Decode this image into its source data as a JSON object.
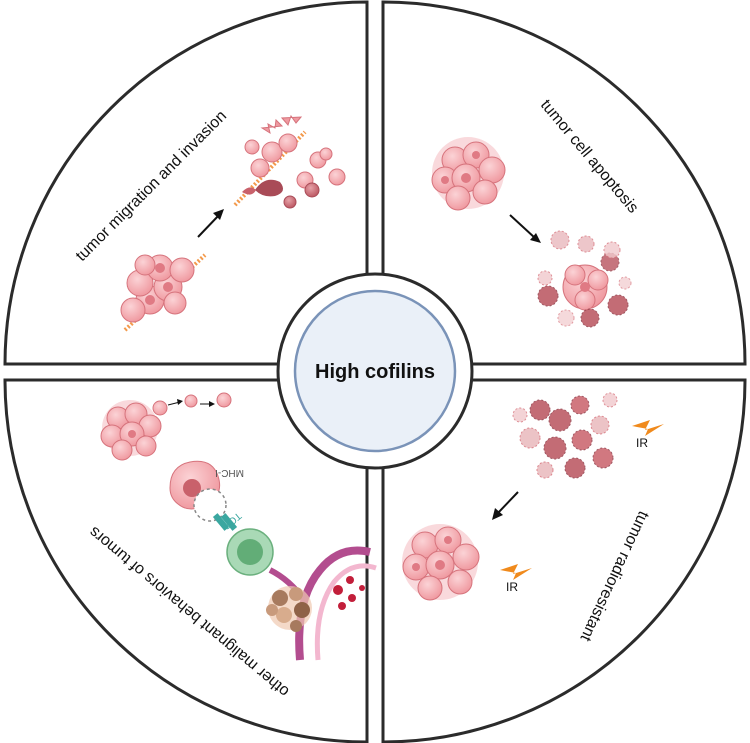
{
  "center": {
    "title": "High cofilins"
  },
  "quadrants": {
    "top_left": {
      "title": "tumor migration and invasion"
    },
    "top_right": {
      "title": "tumor cell apoptosis"
    },
    "bottom_left": {
      "title": "other malignant behaviors of tumors",
      "mhc_label": "MHC-I",
      "tcr_label": "TCR"
    },
    "bottom_right": {
      "title": "tumor radioresistant",
      "ir_label_top": "IR",
      "ir_label_bottom": "IR"
    }
  },
  "colors": {
    "cell_pink": "#f2a3a8",
    "cell_dark": "#c9616b",
    "nucleus": "#e07a84",
    "membrane_orange": "#f39a4c",
    "teal": "#3aa7a0",
    "green_cell": "#86c79a",
    "vessel": "#b34d8f",
    "bolt": "#f08a1c",
    "center_fill": "#eaf0f8",
    "center_stroke": "#7a93b8"
  },
  "icons": [
    "arrow-icon",
    "lightning-bolt-icon",
    "tumor-cluster-icon",
    "t-cell-icon",
    "blood-vessel-icon"
  ]
}
